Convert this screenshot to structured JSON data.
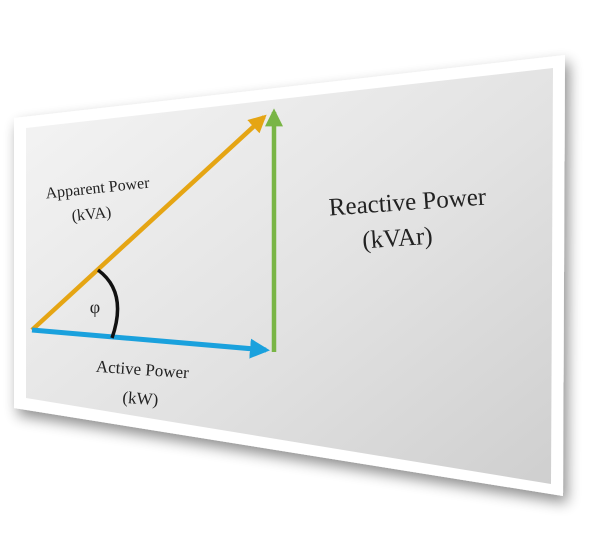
{
  "diagram": {
    "apparent": {
      "line1": "Apparent Power",
      "line2": "(kVA)",
      "color": "#E5A514"
    },
    "reactive": {
      "line1": "Reactive Power",
      "line2": "(kVAr)",
      "color": "#79B545"
    },
    "active": {
      "line1": "Active Power",
      "line2": "(kW)",
      "color": "#1AA1DD"
    },
    "angle": {
      "symbol": "φ",
      "color": "#111111"
    },
    "colors": {
      "panel_light": "#F3F3F3",
      "panel_dark": "#D4D4D4",
      "frame": "#FFFFFF"
    }
  }
}
